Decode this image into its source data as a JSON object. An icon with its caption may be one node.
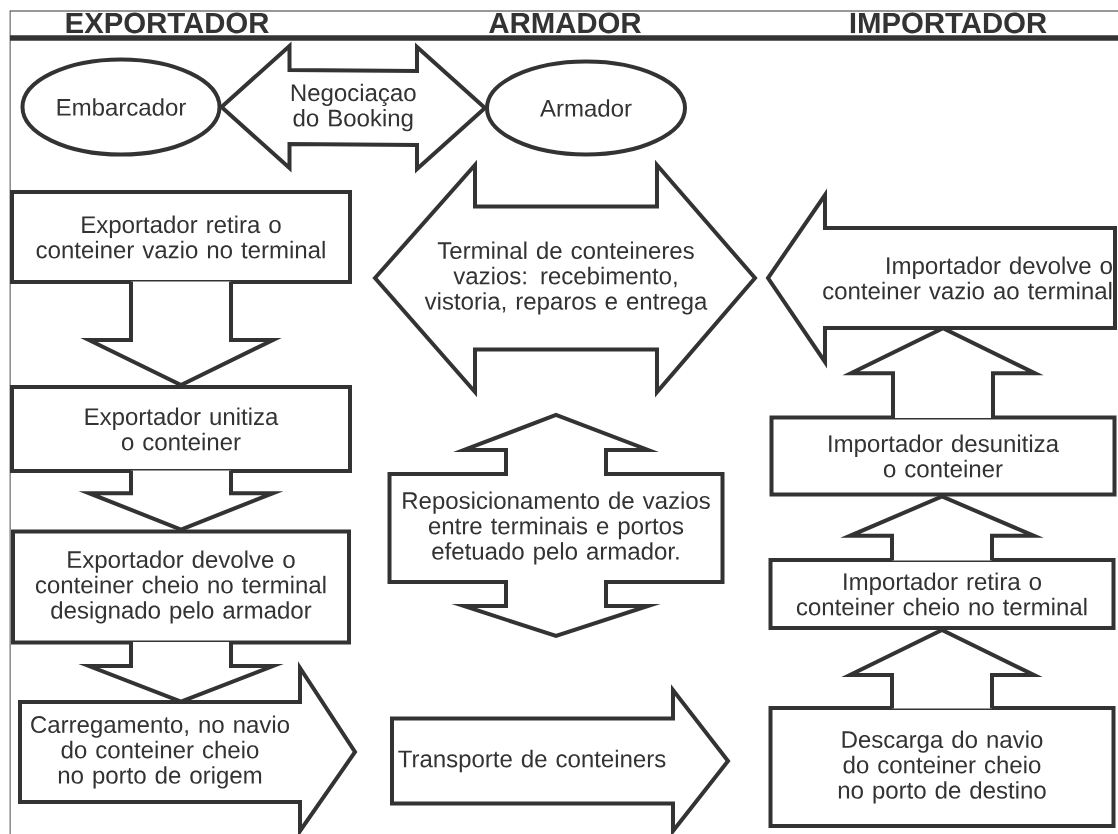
{
  "diagram": {
    "nodes": [
      {
        "text": [
          "Embarcador"
        ]
      },
      {
        "text": [
          "Armador"
        ]
      },
      {
        "text": [
          "Exportador retira o conteiner vazio no terminal"
        ]
      },
      {
        "text": [
          "Terminal de conteineres vazios: recebimento, vistoria, reparos e entrega"
        ]
      },
      {
        "text": [
          "Importador devolve o conteiner vazio ao terminal"
        ]
      },
      {
        "text": [
          "Exportador unitiza o conteiner"
        ]
      },
      {
        "text": [
          "Importador desunitiza o conteiner"
        ]
      },
      {
        "text": [
          "Reposicionamento de vazios entre terminais e portos efetuado pelo armador."
        ]
      },
      {
        "text": [
          "Exportador devolve o conteiner cheio no terminal designado pelo armador"
        ]
      },
      {
        "text": [
          "Importador retira o conteiner cheio no terminal"
        ]
      },
      {
        "text": [
          "Carregamento, no navio do conteiner cheio no porto de origem"
        ]
      },
      {
        "text": [
          "Transporte de conteiners"
        ]
      },
      {
        "text": [
          "Descarga do navio do conteiner cheio no porto de destino"
        ]
      }
    ],
    "edges": [
      {
        "from": 0,
        "to": 1,
        "arrow": "both",
        "label": "Negociaçao do Booking"
      },
      {
        "from": 2,
        "to": 5,
        "arrow": "to"
      },
      {
        "from": 5,
        "to": 8,
        "arrow": "to"
      },
      {
        "from": 8,
        "to": 10,
        "arrow": "to"
      },
      {
        "from": 12,
        "to": 9,
        "arrow": "to"
      },
      {
        "from": 9,
        "to": 6,
        "arrow": "to"
      },
      {
        "from": 6,
        "to": 4,
        "arrow": "to"
      }
    ],
    "labels": [
      "EXPORTADOR",
      "ARMADOR",
      "IMPORTADOR"
    ]
  }
}
